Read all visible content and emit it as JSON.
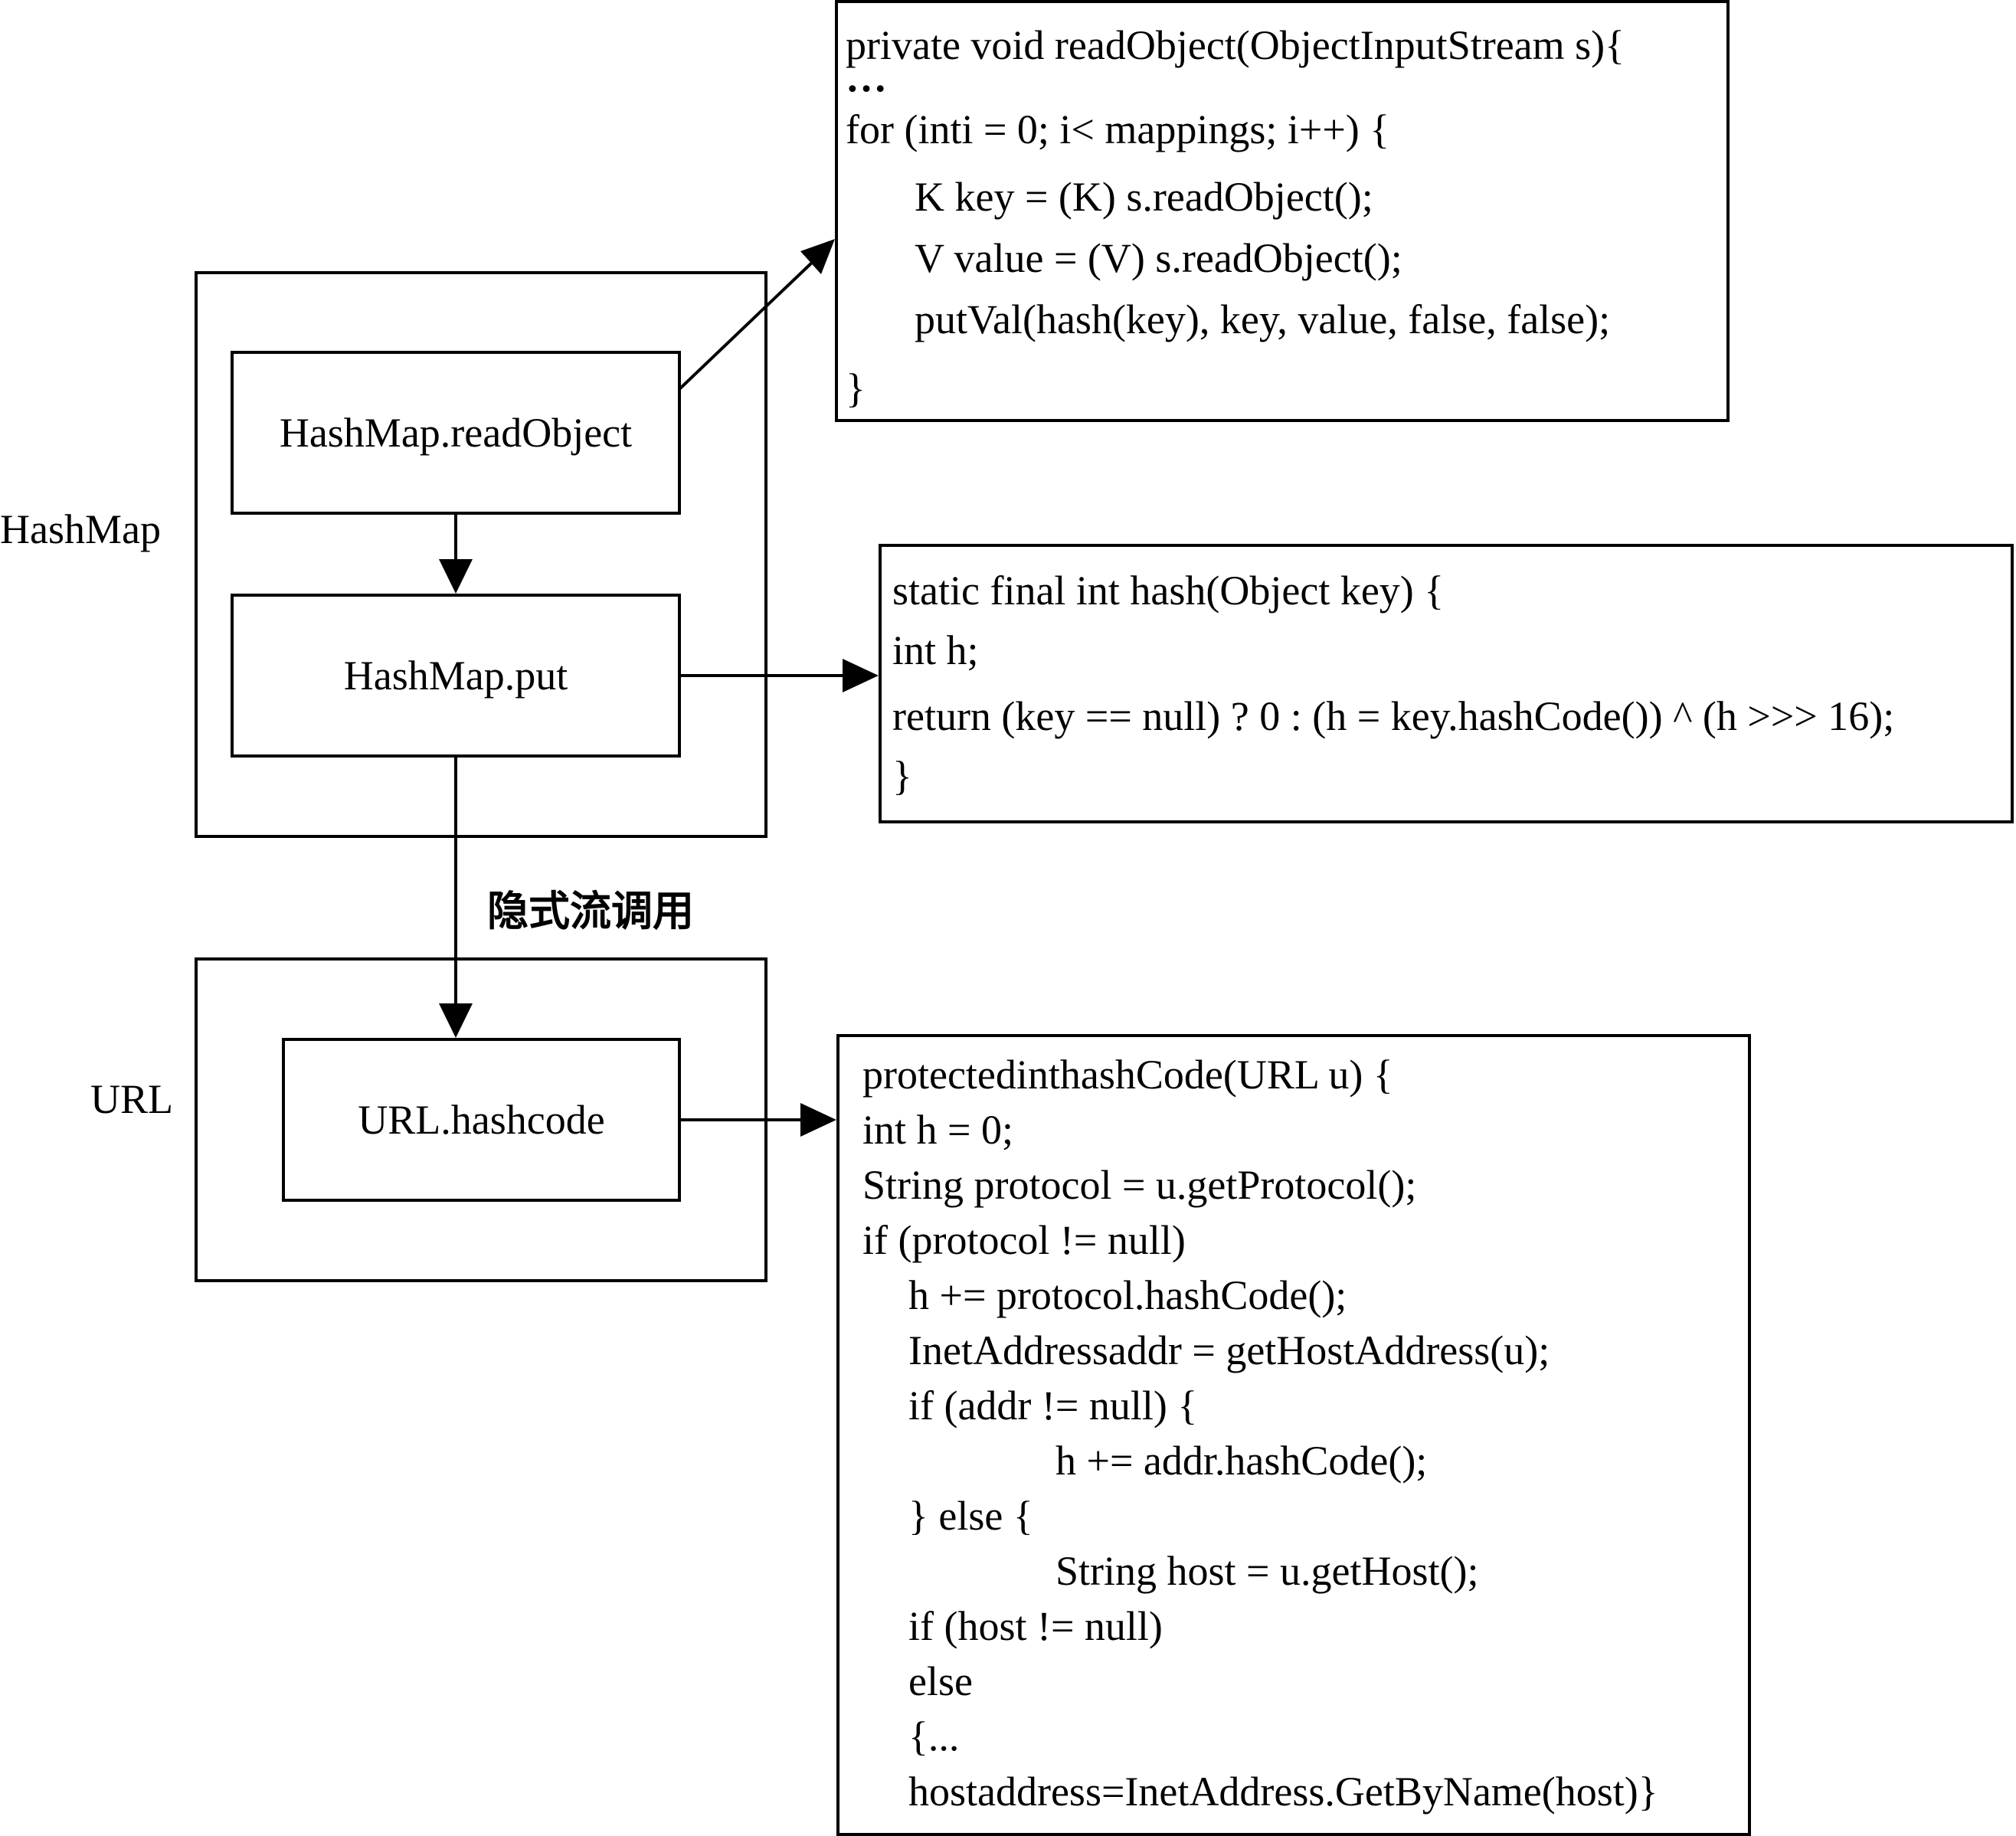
{
  "groups": {
    "hashmap": {
      "label": "HashMap"
    },
    "url": {
      "label": "URL"
    }
  },
  "nodes": {
    "readobject": "HashMap.readObject",
    "put": "HashMap.put",
    "urlhashcode": "URL.hashcode"
  },
  "edges": {
    "implicit_flow": "隐式流调用"
  },
  "code": {
    "readobject": [
      "private void readObject(ObjectInputStream s){",
      "…",
      "for (inti = 0; i< mappings; i++) {",
      "K key = (K) s.readObject();",
      "V value = (V) s.readObject();",
      "putVal(hash(key), key, value, false, false);",
      "}"
    ],
    "hash": [
      "static final int hash(Object key) {",
      "int h;",
      "return (key == null) ? 0 : (h = key.hashCode()) ^ (h >>> 16);",
      "}"
    ],
    "hashcode": [
      "protectedinthashCode(URL u) {",
      "int h = 0;",
      "String protocol = u.getProtocol();",
      "if (protocol != null)",
      "h += protocol.hashCode();",
      "InetAddressaddr = getHostAddress(u);",
      "if (addr != null) {",
      "h += addr.hashCode();",
      "} else {",
      "String host = u.getHost();",
      "if (host != null)",
      "else",
      "{...",
      "hostaddress=InetAddress.GetByName(host)}"
    ]
  }
}
